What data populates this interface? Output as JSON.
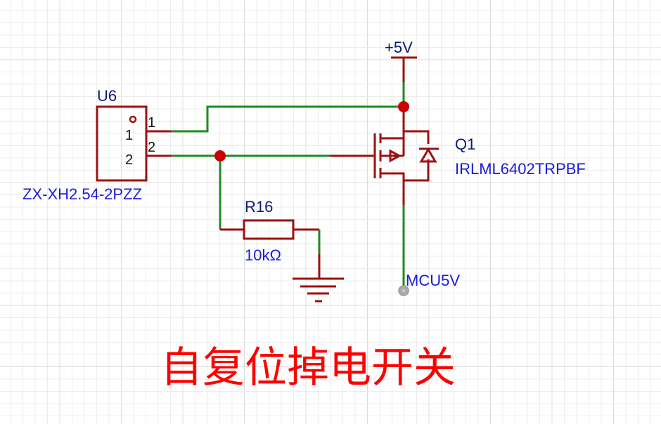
{
  "colors": {
    "background": "#ffffff",
    "grid_minor": "#ececec",
    "grid_major": "#dcdcdc",
    "symbol": "#9b1111",
    "wire": "#1f8a1f",
    "junction": "#cc0000",
    "designator": "#0b1a6e",
    "value": "#1a1adc",
    "title": "#ff0000",
    "netport": "#999999"
  },
  "connector": {
    "designator": "U6",
    "part": "ZX-XH2.54-2PZZ",
    "pins": [
      {
        "number": "1",
        "inner_label": "1"
      },
      {
        "number": "2",
        "inner_label": "2"
      }
    ]
  },
  "mosfet": {
    "designator": "Q1",
    "part": "IRLML6402TRPBF"
  },
  "resistor": {
    "designator": "R16",
    "value": "10kΩ"
  },
  "power": {
    "label": "+5V"
  },
  "netlabel": {
    "label": "MCU5V"
  },
  "title": "自复位掉电开关"
}
